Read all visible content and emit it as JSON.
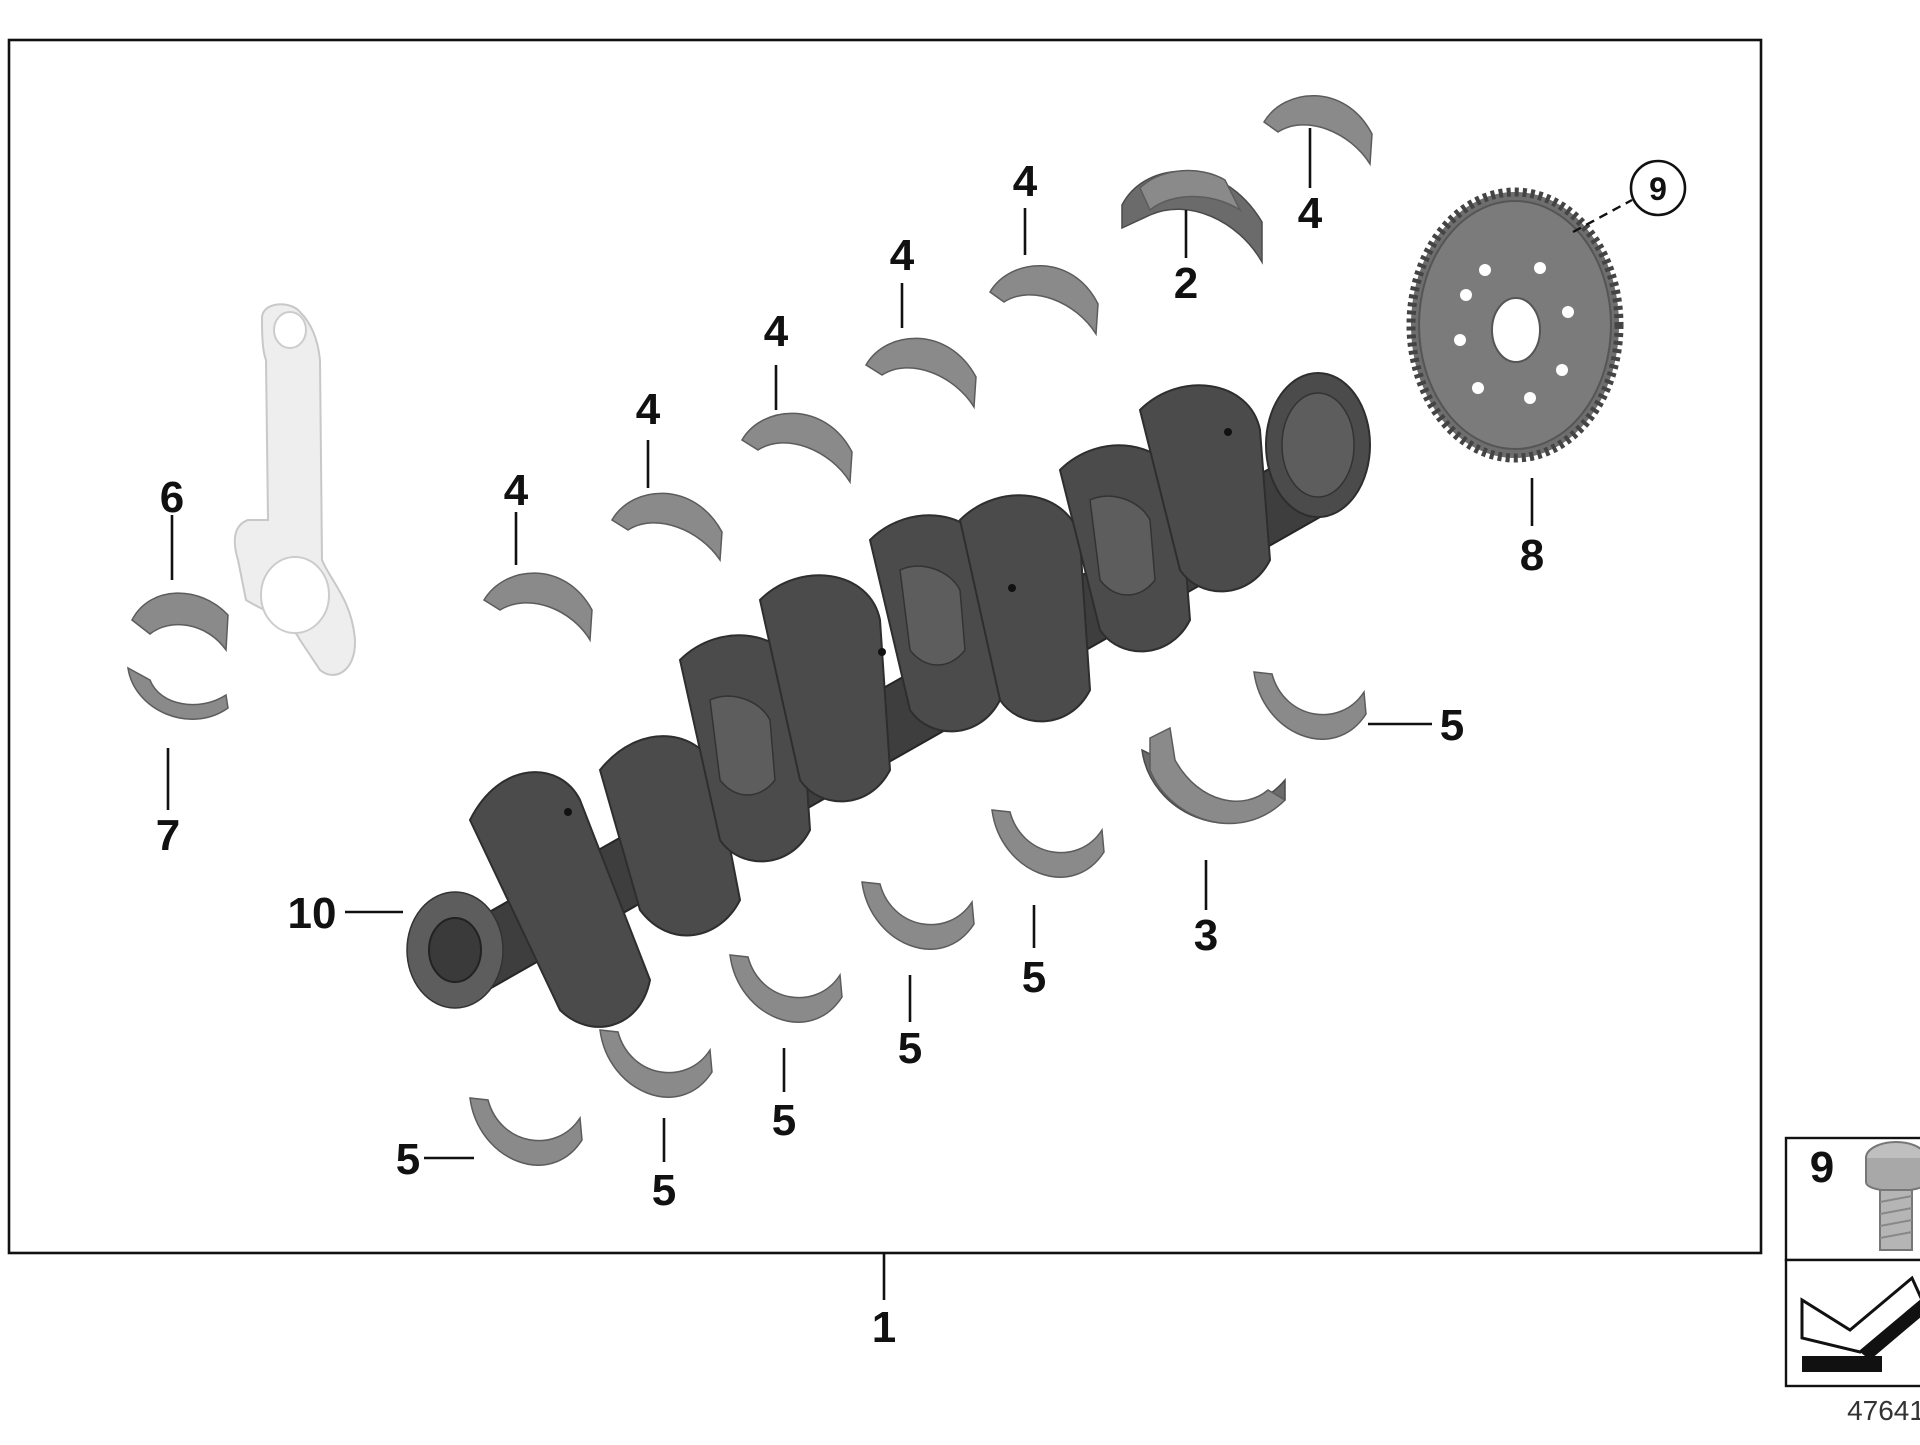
{
  "diagram": {
    "title": "",
    "callouts": {
      "c1": "1",
      "c2": "2",
      "c3": "3",
      "c4a": "4",
      "c4b": "4",
      "c4c": "4",
      "c4d": "4",
      "c4e": "4",
      "c4f": "4",
      "c5a": "5",
      "c5b": "5",
      "c5c": "5",
      "c5d": "5",
      "c5e": "5",
      "c5f": "5",
      "c6": "6",
      "c7": "7",
      "c8": "8",
      "c9": "9",
      "c10": "10"
    },
    "legend_bolt_label": "9",
    "reference_number": "47641"
  },
  "colors": {
    "shell": "#8a8a8a",
    "crankshaft": "#4b4b4b",
    "connecting_rod": "#ededed",
    "line": "#111111"
  }
}
